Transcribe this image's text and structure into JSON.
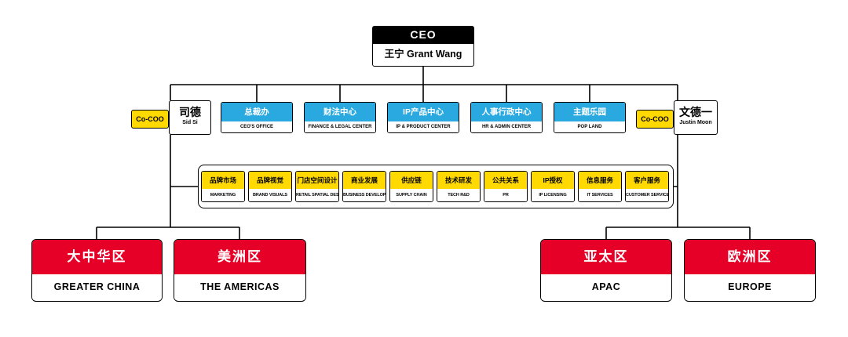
{
  "ceo": {
    "title": "CEO",
    "name": "王宁 Grant Wang"
  },
  "coo_left": {
    "label": "Co-COO",
    "name_cn": "司德",
    "name_en": "Sid Si"
  },
  "coo_right": {
    "label": "Co-COO",
    "name_cn": "文德一",
    "name_en": "Justin Moon"
  },
  "centers": [
    {
      "cn": "总裁办",
      "en": "CEO'S OFFICE"
    },
    {
      "cn": "财法中心",
      "en": "FINANCE & LEGAL CENTER"
    },
    {
      "cn": "IP产品中心",
      "en": "IP & PRODUCT CENTER"
    },
    {
      "cn": "人事行政中心",
      "en": "HR & ADMIN CENTER"
    },
    {
      "cn": "主题乐园",
      "en": "POP LAND"
    }
  ],
  "departments": [
    {
      "cn": "品牌市场",
      "en": "MARKETING"
    },
    {
      "cn": "品牌视觉",
      "en": "BRAND VISUALS"
    },
    {
      "cn": "门店空间设计",
      "en": "RETAIL SPATIAL DESIGN"
    },
    {
      "cn": "商业发展",
      "en": "BUSINESS DEVELOPMENT"
    },
    {
      "cn": "供应链",
      "en": "SUPPLY CHAIN"
    },
    {
      "cn": "技术研发",
      "en": "TECH R&D"
    },
    {
      "cn": "公共关系",
      "en": "PR"
    },
    {
      "cn": "IP授权",
      "en": "IP LICENSING"
    },
    {
      "cn": "信息服务",
      "en": "IT SERVICES"
    },
    {
      "cn": "客户服务",
      "en": "CUSTOMER SERVICE"
    }
  ],
  "regions": [
    {
      "cn": "大中华区",
      "en": "GREATER CHINA"
    },
    {
      "cn": "美洲区",
      "en": "THE AMERICAS"
    },
    {
      "cn": "亚太区",
      "en": "APAC"
    },
    {
      "cn": "欧洲区",
      "en": "EUROPE"
    }
  ],
  "colors": {
    "blue": "#29A9E0",
    "yellow": "#FFD900",
    "red": "#E60027",
    "black": "#000000",
    "white": "#FFFFFF"
  }
}
